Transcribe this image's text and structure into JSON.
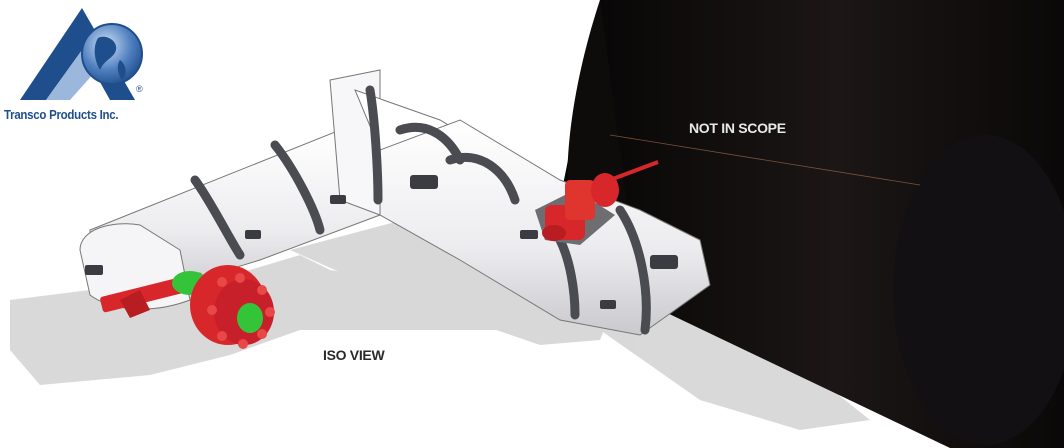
{
  "logo": {
    "company_name": "Transco Products Inc.",
    "registered_mark": "®",
    "colors": {
      "primary": "#1f4e8c",
      "light": "#9bb8dc"
    }
  },
  "labels": {
    "not_in_scope": "NOT IN SCOPE",
    "iso_view": "ISO VIEW"
  },
  "colors": {
    "vessel": "#0d0b0b",
    "insulation": "#f2f2f4",
    "bands": "#4a4c52",
    "valve": "#d8272b",
    "flange_face": "#34c43a",
    "shadow": "#cfcfcf"
  }
}
